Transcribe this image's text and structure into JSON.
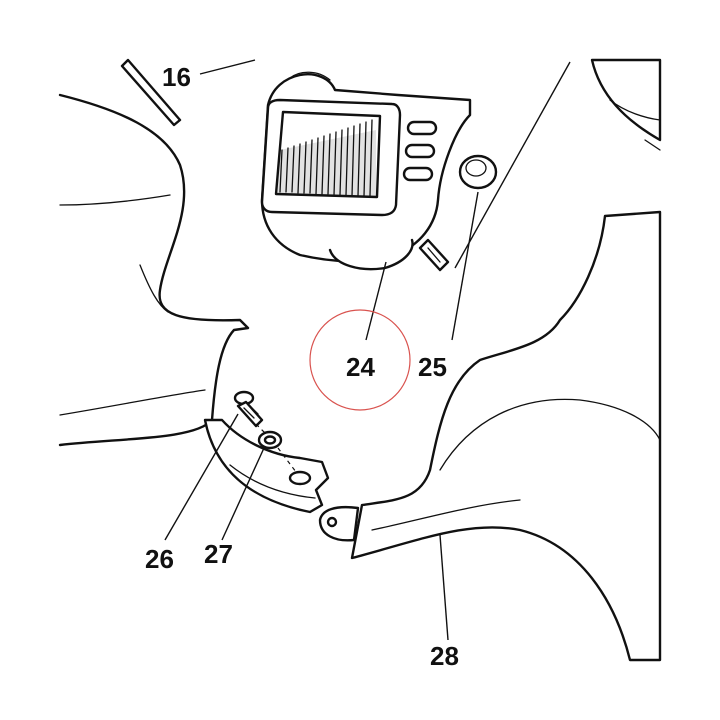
{
  "callouts": {
    "c16": "16",
    "c24": "24",
    "c25": "25",
    "c26": "26",
    "c27": "27",
    "c28": "28"
  },
  "highlight_color": "#d9534f",
  "line_color": "#111111"
}
